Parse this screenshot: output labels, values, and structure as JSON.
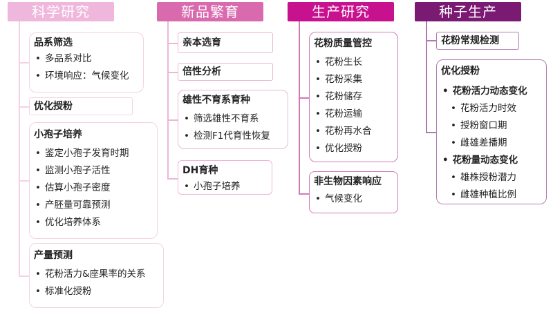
{
  "columns": [
    {
      "title": "科学研究",
      "color": "#f0b7dc",
      "boxes": [
        {
          "title": "品系筛选",
          "items": [
            "多品系对比",
            "环境响应：气候变化"
          ]
        },
        {
          "title": "优化授粉",
          "items": []
        },
        {
          "title": "小孢子培养",
          "items": [
            "鉴定小孢子发育时期",
            "监测小孢子活性",
            "估算小孢子密度",
            "产胚量可靠预测",
            "优化培养体系"
          ]
        },
        {
          "title": "产量预测",
          "items": [
            "花粉活力&座果率的关系",
            "标准化授粉"
          ]
        }
      ]
    },
    {
      "title": "新品繁育",
      "color": "#d96aae",
      "boxes": [
        {
          "title": "亲本选育",
          "items": []
        },
        {
          "title": "倍性分析",
          "items": []
        },
        {
          "title": "雄性不育系育种",
          "items": [
            "筛选雄性不育系",
            "检测F1代育性恢复"
          ]
        },
        {
          "title": "DH育种",
          "items": [
            "小孢子培养"
          ]
        }
      ]
    },
    {
      "title": "生产研究",
      "color": "#c8118f",
      "boxes": [
        {
          "title": "花粉质量管控",
          "items": [
            "花粉生长",
            "花粉采集",
            "花粉储存",
            "花粉运输",
            "花粉再水合",
            "优化授粉"
          ]
        },
        {
          "title": "非生物因素响应",
          "items": [
            "气候变化"
          ]
        }
      ]
    },
    {
      "title": "种子生产",
      "color": "#7a1a72",
      "boxes": [
        {
          "title": "花粉常规检测",
          "items": []
        },
        {
          "title": "优化授粉",
          "items": [
            "花粉活力动态变化",
            "花粉活力时效",
            "授粉窗口期",
            "雌雄差播期",
            "花粉量动态变化",
            "雄株授粉潜力",
            "雌雄种植比例"
          ]
        }
      ]
    }
  ]
}
